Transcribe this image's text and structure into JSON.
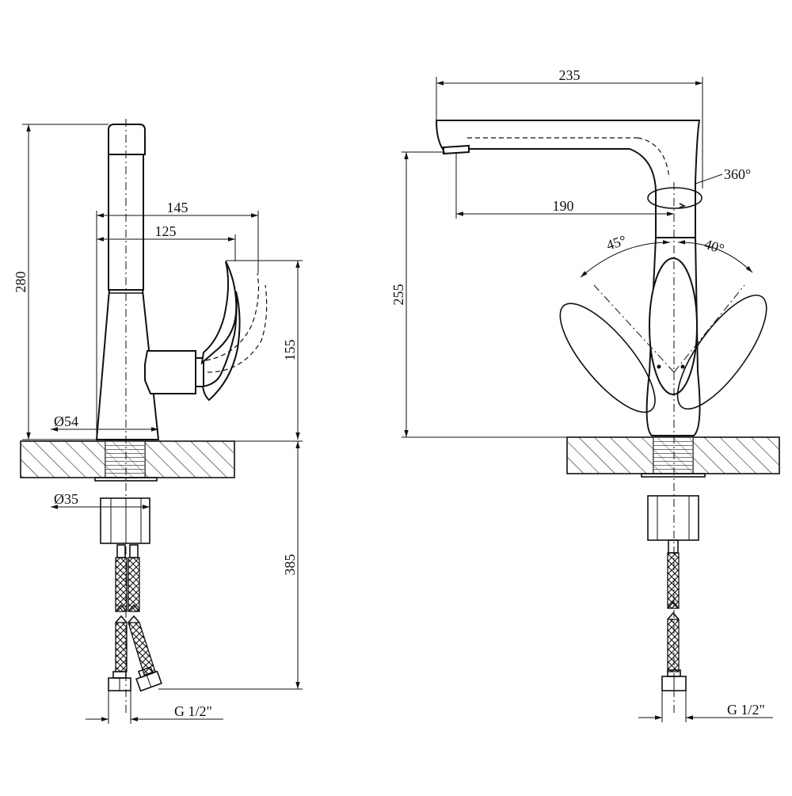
{
  "side_view": {
    "height_total": "280",
    "width_outer": "145",
    "width_handle": "125",
    "height_handle": "155",
    "base_diameter": "Ø54",
    "shank_diameter": "Ø35",
    "below_counter": "385",
    "connection": "G 1/2\""
  },
  "front_view": {
    "width_total": "235",
    "spout_reach": "190",
    "swivel": "360°",
    "handle_left_angle": "45°",
    "handle_right_angle": "40°",
    "height_spout": "255",
    "connection": "G 1/2\""
  }
}
